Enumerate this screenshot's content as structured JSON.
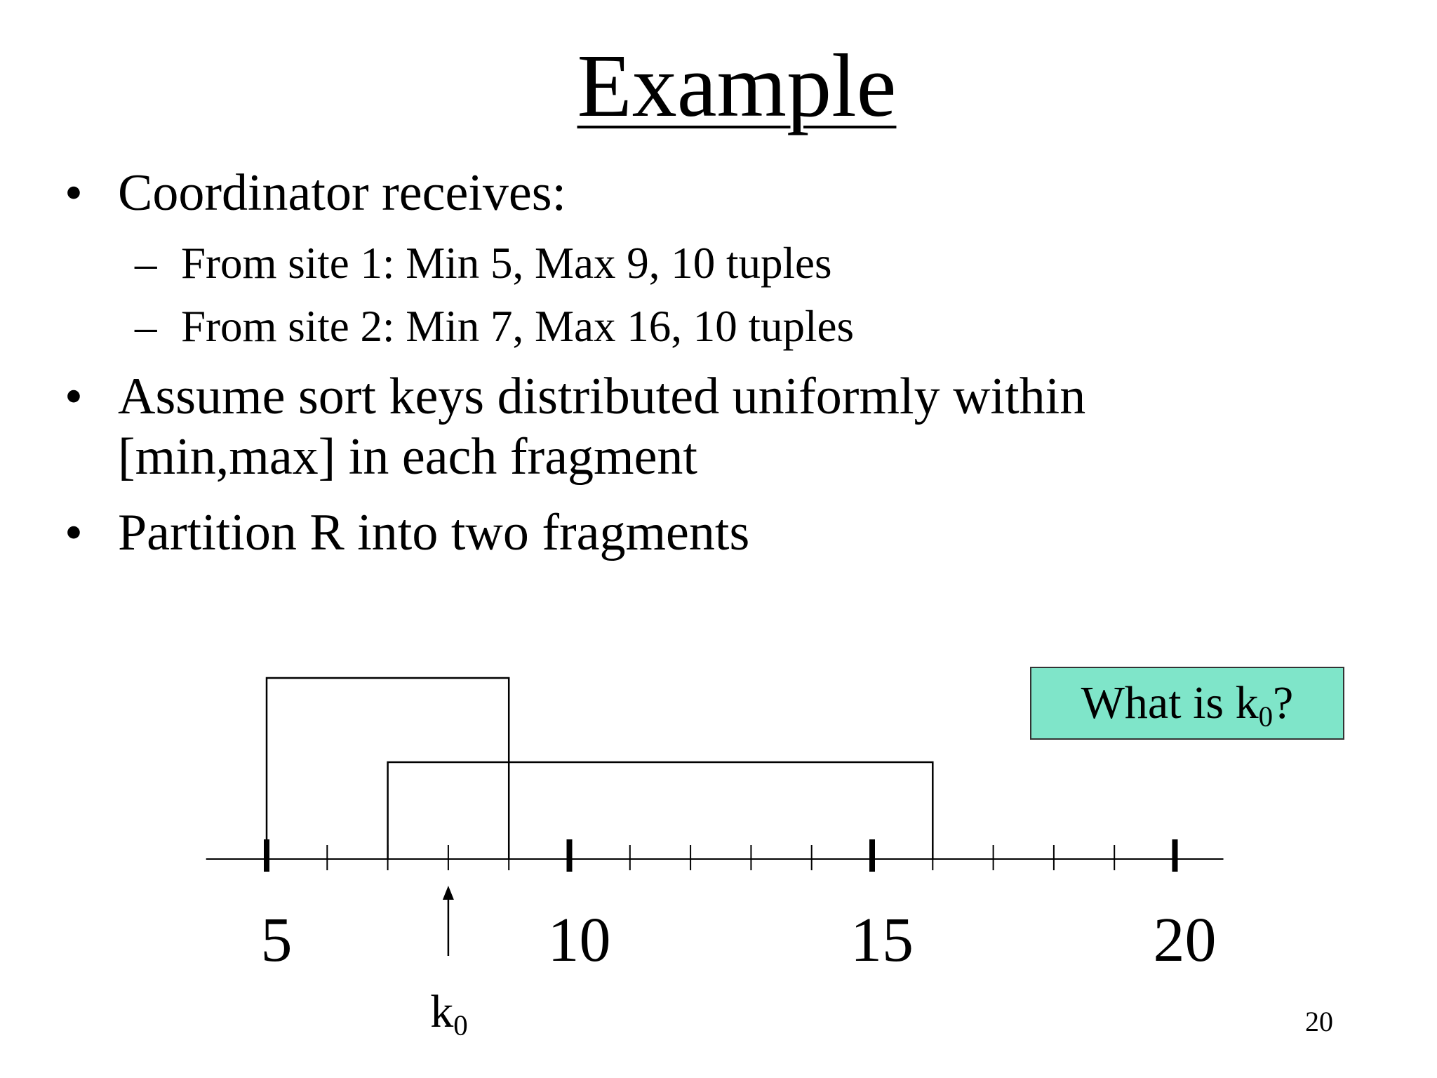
{
  "title": "Example",
  "bullets": [
    {
      "marker": "•",
      "lines": [
        "Coordinator receives:"
      ],
      "subitems": [
        {
          "marker": "–",
          "text": "From site 1:  Min 5, Max 9, 10 tuples"
        },
        {
          "marker": "–",
          "text": "From site 2:  Min 7, Max 16, 10 tuples"
        }
      ]
    },
    {
      "marker": "•",
      "lines": [
        "Assume sort keys distributed uniformly within",
        "[min,max] in each fragment"
      ]
    },
    {
      "marker": "•",
      "lines": [
        "Partition R into two fragments"
      ]
    }
  ],
  "diagram": {
    "axis": {
      "min": 4,
      "max": 20.8,
      "major_ticks": [
        5,
        10,
        15,
        20
      ],
      "minor_step": 1
    },
    "axis_labels": [
      "5",
      "10",
      "15",
      "20"
    ],
    "fragments": [
      {
        "min": 5,
        "max": 9
      },
      {
        "min": 7,
        "max": 16
      }
    ],
    "k0_value": 8,
    "k0_label": {
      "base": "k",
      "subscript": "0"
    },
    "callout": {
      "prefix": "What is k",
      "subscript": "0",
      "suffix": "?"
    },
    "callout_color": "#7fe5c9"
  },
  "page_number": "20"
}
